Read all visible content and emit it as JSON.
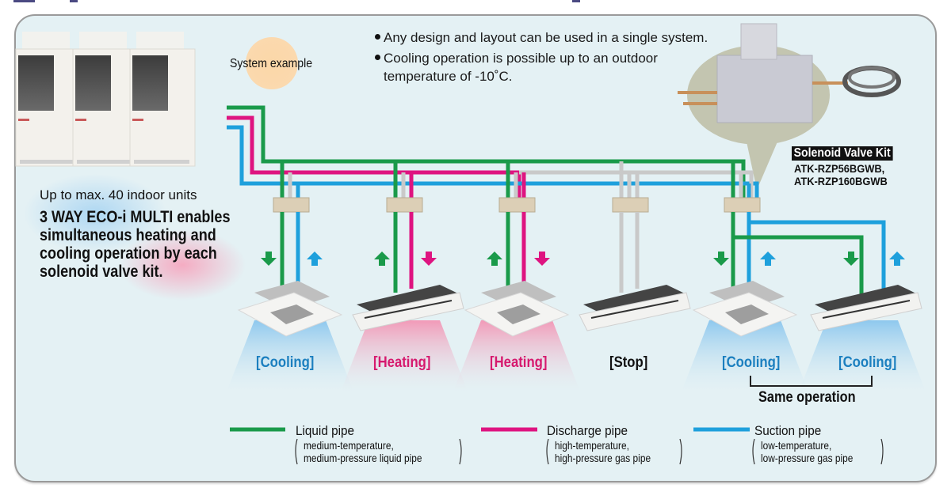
{
  "colors": {
    "liquid": "#1a9a4a",
    "discharge": "#de1480",
    "suction": "#1ea0dc",
    "inactive": "#c9c9c9",
    "cooling_text": "#1b7fbf",
    "heating_text": "#d6196e",
    "stop_text": "#111111",
    "panel_bg": "#e4f1f4",
    "branch_box": "#dccfb6"
  },
  "system_example_label": "System example",
  "bullets": [
    "Any design and layout can be used in a single system.",
    "Cooling operation is possible up to an outdoor",
    "temperature of -10˚C."
  ],
  "solenoid_kit": {
    "label": "Solenoid Valve Kit",
    "models": [
      "ATK-RZP56BGWB,",
      "ATK-RZP160BGWB"
    ]
  },
  "intro": {
    "max_units": "Up to max. 40 indoor units",
    "headline": [
      "3 WAY ECO-i MULTI enables",
      "simultaneous heating and",
      "cooling operation by each",
      "solenoid valve kit."
    ]
  },
  "indoor_units": [
    {
      "type": "4-way cassette",
      "status": "[Cooling]",
      "mode": "cooling"
    },
    {
      "type": "2-way cassette",
      "status": "[Heating]",
      "mode": "heating"
    },
    {
      "type": "4-way cassette",
      "status": "[Heating]",
      "mode": "heating"
    },
    {
      "type": "2-way cassette",
      "status": "[Stop]",
      "mode": "stop"
    },
    {
      "type": "4-way cassette",
      "status": "[Cooling]",
      "mode": "cooling"
    },
    {
      "type": "2-way cassette",
      "status": "[Cooling]",
      "mode": "cooling"
    }
  ],
  "same_operation_label": "Same operation",
  "legend": [
    {
      "key": "liquid",
      "title": "Liquid pipe",
      "desc": [
        "medium-temperature,",
        "medium-pressure liquid pipe"
      ]
    },
    {
      "key": "discharge",
      "title": "Discharge pipe",
      "desc": [
        "high-temperature,",
        "high-pressure gas pipe"
      ]
    },
    {
      "key": "suction",
      "title": "Suction pipe",
      "desc": [
        "low-temperature,",
        "low-pressure gas pipe"
      ]
    }
  ]
}
